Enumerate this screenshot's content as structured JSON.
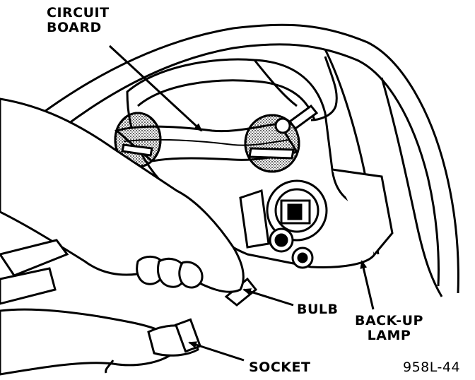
{
  "labels": {
    "circuit_board": [
      "CIRCUIT",
      "BOARD"
    ],
    "bulb": "BULB",
    "back_up_lamp": [
      "BACK-UP",
      "LAMP"
    ],
    "socket": "SOCKET",
    "figure_id": "958L-44"
  }
}
